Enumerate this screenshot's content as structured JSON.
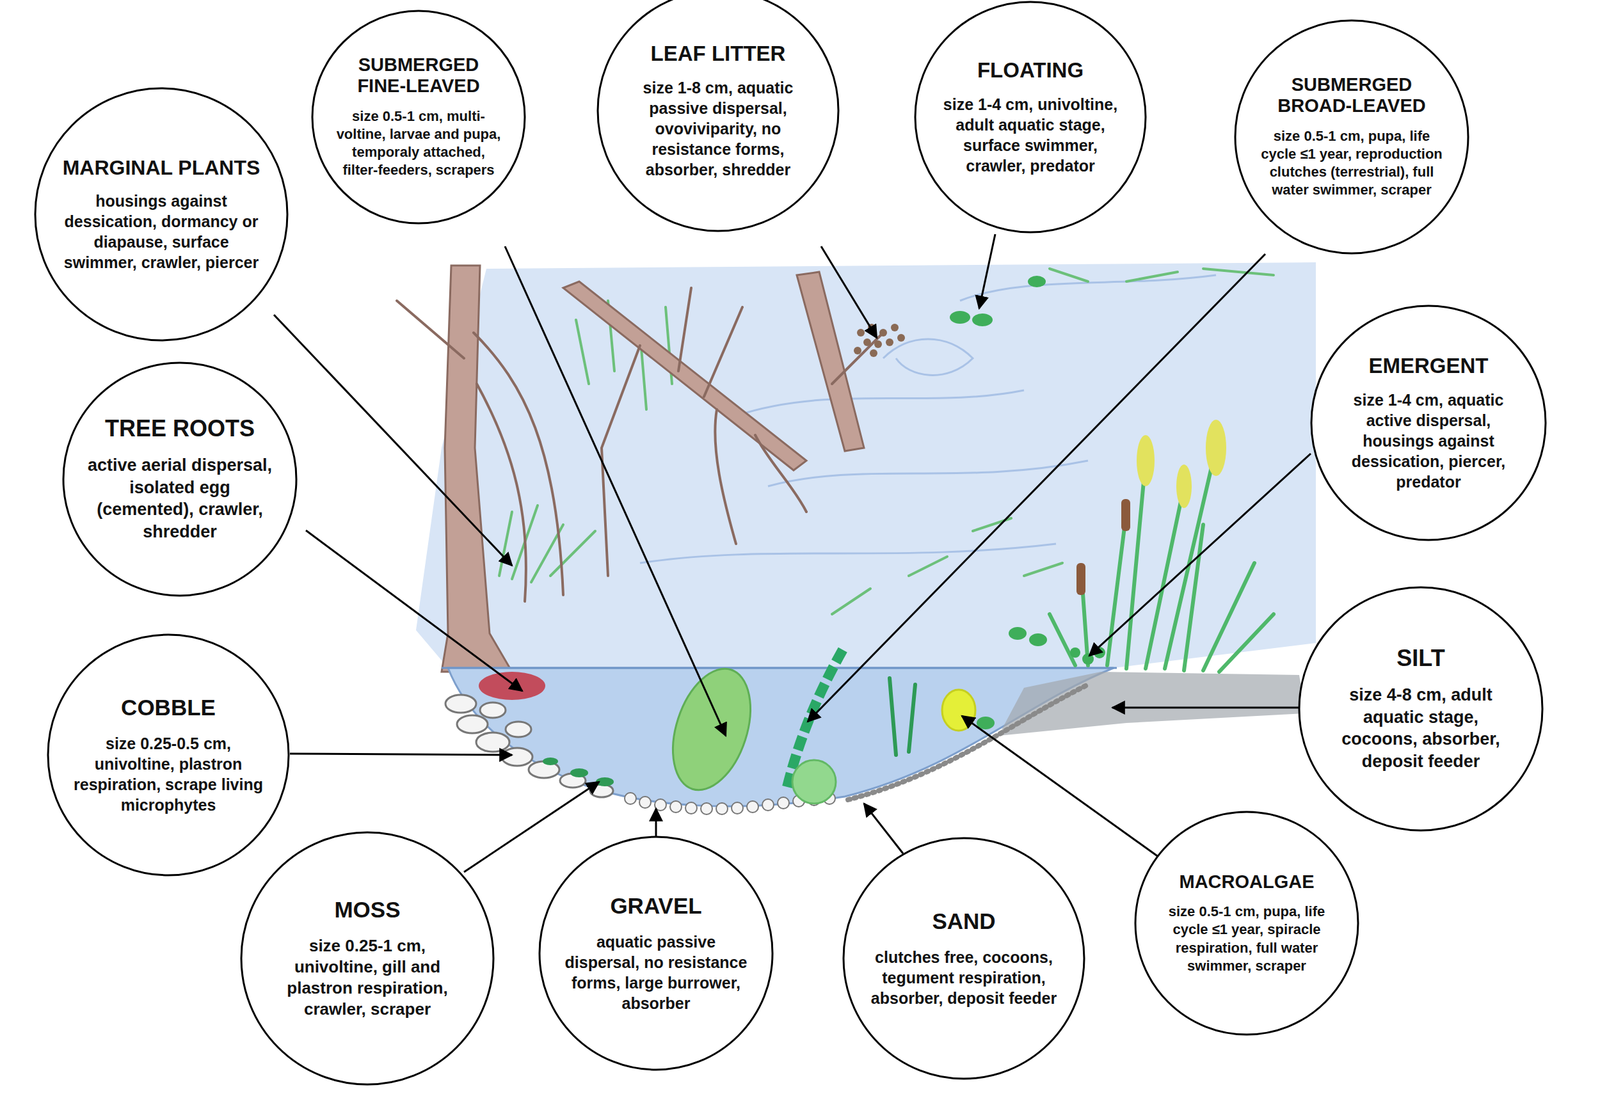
{
  "diagram": {
    "nodes": [
      {
        "text": [
          "MARGINAL PLANTS",
          "housings against dessication, dormancy or diapause, surface swimmer, crawler, piercer"
        ]
      },
      {
        "text": [
          "SUBMERGED FINE-LEAVED",
          "size 0.5-1 cm, multi-voltine, larvae and pupa, temporaly attached, filter-feeders, scrapers"
        ]
      },
      {
        "text": [
          "LEAF LITTER",
          "size 1-8 cm, aquatic passive dispersal, ovoviviparity, no resistance forms, absorber, shredder"
        ]
      },
      {
        "text": [
          "FLOATING",
          "size 1-4 cm, univoltine, adult aquatic stage, surface swimmer, crawler, predator"
        ]
      },
      {
        "text": [
          "SUBMERGED BROAD-LEAVED",
          "size 0.5-1 cm, pupa, life cycle ≤1 year, reproduction clutches (terrestrial), full water swimmer, scraper"
        ]
      },
      {
        "text": [
          "TREE ROOTS",
          "active aerial dispersal, isolated egg (cemented), crawler, shredder"
        ]
      },
      {
        "text": [
          "EMERGENT",
          "size 1-4 cm, aquatic active dispersal, housings against dessication, piercer, predator"
        ]
      },
      {
        "text": [
          "COBBLE",
          "size 0.25-0.5 cm, univoltine, plastron respiration, scrape living microphytes"
        ]
      },
      {
        "text": [
          "SILT",
          "size 4-8 cm, adult aquatic stage, cocoons, absorber, deposit feeder"
        ]
      },
      {
        "text": [
          "MOSS",
          "size 0.25-1 cm, univoltine, gill and plastron respiration, crawler, scraper"
        ]
      },
      {
        "text": [
          "GRAVEL",
          "aquatic passive dispersal, no resistance forms, large burrower, absorber"
        ]
      },
      {
        "text": [
          "SAND",
          "clutches free, cocoons, tegument respiration, absorber, deposit feeder"
        ]
      },
      {
        "text": [
          "MACROALGAE",
          "size 0.5-1 cm, pupa, life cycle ≤1 year, spiracle respiration, full water swimmer, scraper"
        ]
      }
    ],
    "edges": []
  }
}
